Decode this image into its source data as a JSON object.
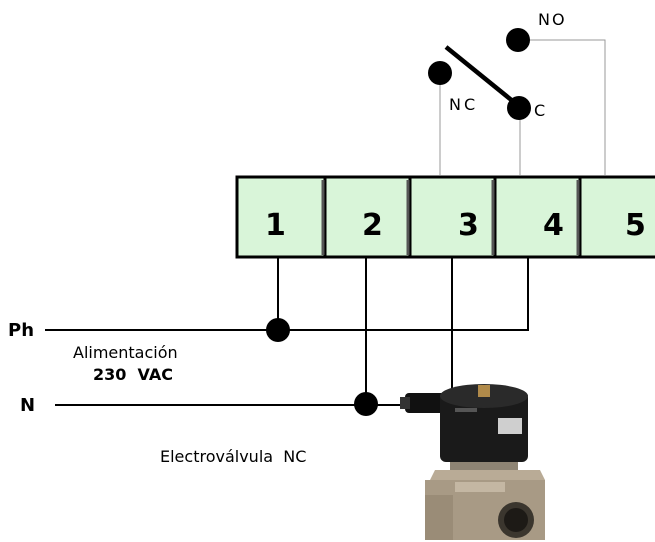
{
  "relay": {
    "contact_no": "NO",
    "contact_nc": "NC",
    "contact_c": "C"
  },
  "terminals": {
    "t1": "1",
    "t2": "2",
    "t3": "3",
    "t4": "4",
    "t5": "5"
  },
  "supply": {
    "phase": "Ph",
    "neutral": "N",
    "label": "Alimentación",
    "voltage": "230  VAC"
  },
  "valve": {
    "label": "Electroválvula  NC"
  },
  "colors": {
    "terminal_fill": "#d9f5d9",
    "wire": "#000000",
    "thin_wire": "#999999",
    "valve_body": "#1a1a1a",
    "valve_metal": "#a89a85"
  }
}
